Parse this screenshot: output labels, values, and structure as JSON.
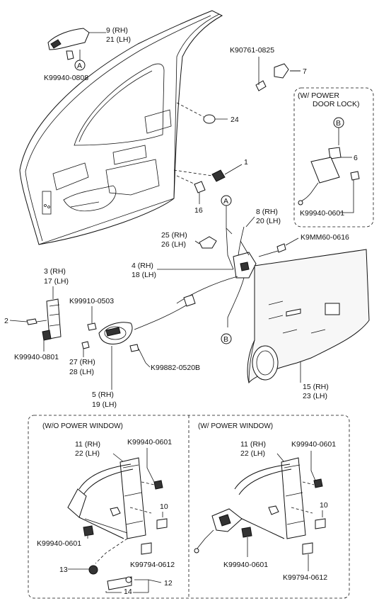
{
  "callouts": {
    "c9_21": [
      "9 (RH)",
      "21 (LH)"
    ],
    "k99940_0808": "K99940-0808",
    "a_top": "A",
    "k90761": "K90761-0825",
    "c7": "7",
    "c24": "24",
    "c1": "1",
    "c16": "16",
    "a_mid": "A",
    "c8_20": [
      "8 (RH)",
      "20 (LH)"
    ],
    "c25_26": [
      "25 (RH)",
      "26 (LH)"
    ],
    "c4_18": [
      "4 (RH)",
      "18 (LH)"
    ],
    "k9mm60": "K9MM60-0616",
    "c3_17": [
      "3 (RH)",
      "17 (LH)"
    ],
    "c2": "2",
    "k99910": "K99910-0503",
    "k99940_0801_left": "K99940-0801",
    "c27_28": [
      "27 (RH)",
      "28 (LH)"
    ],
    "k99882": "K99882-0520B",
    "c5_19": [
      "5 (RH)",
      "19 (LH)"
    ],
    "b_mid": "B",
    "c15_23": [
      "15 (RH)",
      "23 (LH)"
    ]
  },
  "power_lock_box": {
    "title": [
      "(W/ POWER",
      "DOOR LOCK)"
    ],
    "b_label": "B",
    "c6": "6",
    "k99940_0601": "K99940-0601"
  },
  "wo_power_window": {
    "title": "(W/O POWER WINDOW)",
    "c11_22": [
      "11 (RH)",
      "22 (LH)"
    ],
    "k99940_0601_top": "K99940-0601",
    "c10": "10",
    "k99940_0601_left": "K99940-0601",
    "k99794": "K99794-0612",
    "c13": "13",
    "c12": "12",
    "c14": "14"
  },
  "w_power_window": {
    "title": "(W/ POWER WINDOW)",
    "c11_22": [
      "11 (RH)",
      "22 (LH)"
    ],
    "k99940_0601_top": "K99940-0601",
    "c10": "10",
    "k99940_0601_bottom": "K99940-0601",
    "k99794": "K99794-0612"
  }
}
